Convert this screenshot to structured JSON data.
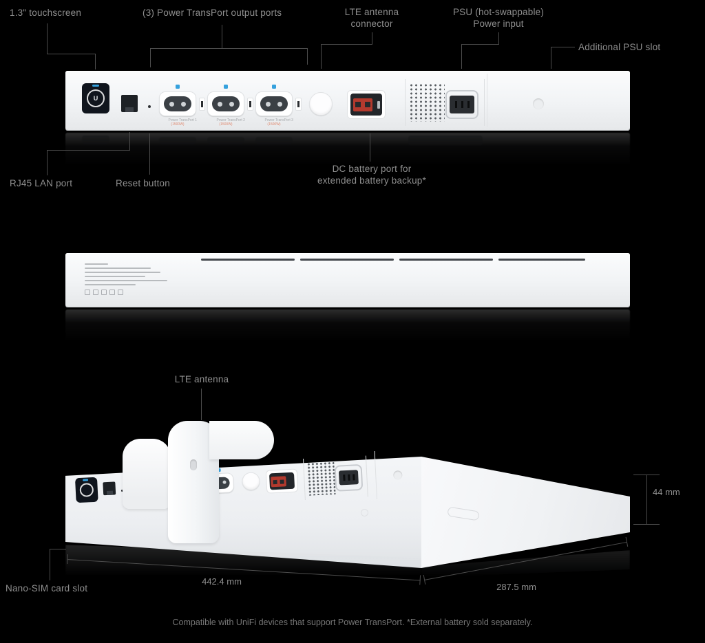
{
  "colors": {
    "background": "#000000",
    "label_text": "#8f8f8f",
    "callout_line": "#4d4d4d",
    "device_body": "#f4f6f8",
    "accent_blue": "#35a1dd",
    "connector_red": "#b43a2e",
    "rating_orange": "#e08a70"
  },
  "back_view": {
    "callouts": {
      "touchscreen": "1.3\" touchscreen",
      "transport_ports": "(3) Power TransPort output ports",
      "antenna": {
        "line1": "LTE antenna",
        "line2": "connector"
      },
      "psu": {
        "line1": "PSU (hot-swappable)",
        "line2": "Power input"
      },
      "additional_psu": "Additional PSU slot",
      "rj45": "RJ45 LAN port",
      "reset": "Reset button",
      "battery": {
        "line1": "DC battery port for",
        "line2": "extended battery backup*"
      }
    },
    "ports": [
      {
        "label": "Power TransPort 1",
        "rating": "(1500W)"
      },
      {
        "label": "Power TransPort 2",
        "rating": "(1500W)"
      },
      {
        "label": "Power TransPort 3",
        "rating": "(1500W)"
      }
    ],
    "touchscreen_logo": "U"
  },
  "perspective_view": {
    "callouts": {
      "antenna": "LTE antenna",
      "sim": "Nano-SIM card slot"
    },
    "dimensions": {
      "width": "442.4 mm",
      "depth": "287.5 mm",
      "height": "44 mm"
    }
  },
  "footnote": "Compatible with UniFi devices that support Power TransPort. *External battery sold separately."
}
